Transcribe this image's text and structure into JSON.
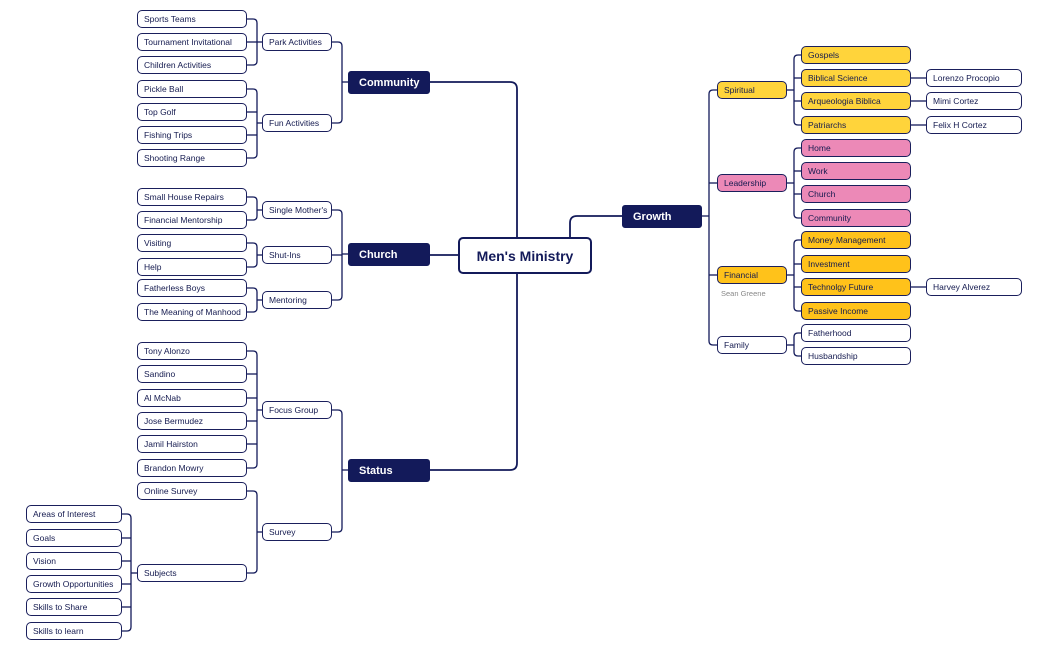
{
  "root": "Men's Ministry",
  "community": {
    "label": "Community",
    "park": {
      "label": "Park Activities",
      "items": [
        "Sports Teams",
        "Tournament Invitational",
        "Children Activities"
      ]
    },
    "fun": {
      "label": "Fun Activities",
      "items": [
        "Pickle Ball",
        "Top Golf",
        "Fishing Trips",
        "Shooting Range"
      ]
    }
  },
  "church": {
    "label": "Church",
    "single": {
      "label": "Single Mother's",
      "items": [
        "Small House Repairs",
        "Financial Mentorship"
      ]
    },
    "shutins": {
      "label": "Shut-Ins",
      "items": [
        "Visiting",
        "Help"
      ]
    },
    "mentoring": {
      "label": "Mentoring",
      "items": [
        "Fatherless Boys",
        "The Meaning of Manhood"
      ]
    }
  },
  "status": {
    "label": "Status",
    "focus": {
      "label": "Focus Group",
      "items": [
        "Tony Alonzo",
        "Sandino",
        "Al McNab",
        "Jose Bermudez",
        "Jamil Hairston",
        "Brandon Mowry"
      ]
    },
    "survey": {
      "label": "Survey",
      "online": "Online Survey",
      "subjects": {
        "label": "Subjects",
        "items": [
          "Areas of Interest",
          "Goals",
          "Vision",
          "Growth Opportunities",
          "Skills to Share",
          "Skills to learn"
        ]
      }
    }
  },
  "growth": {
    "label": "Growth",
    "spiritual": {
      "label": "Spiritual",
      "items": [
        "Gospels",
        "Biblical Science",
        "Arqueologia Biblica",
        "Patriarchs"
      ],
      "people": [
        "Lorenzo Procopio",
        "Mimi Cortez",
        "Felix H Cortez"
      ]
    },
    "leadership": {
      "label": "Leadership",
      "items": [
        "Home",
        "Work",
        "Church",
        "Community"
      ]
    },
    "financial": {
      "label": "Financial",
      "note": "Sean Greene",
      "items": [
        "Money Management",
        "Investment",
        "Technolgy Future",
        "Passive Income"
      ],
      "person": "Harvey Alverez"
    },
    "family": {
      "label": "Family",
      "items": [
        "Fatherhood",
        "Husbandship"
      ]
    }
  },
  "colors": {
    "navy": "#131a5a",
    "spiritual_yellow": "#ffd43b",
    "financial_yellow": "#ffc21a",
    "leadership_pink": "#ec89b7",
    "note_gray": "#888888"
  }
}
